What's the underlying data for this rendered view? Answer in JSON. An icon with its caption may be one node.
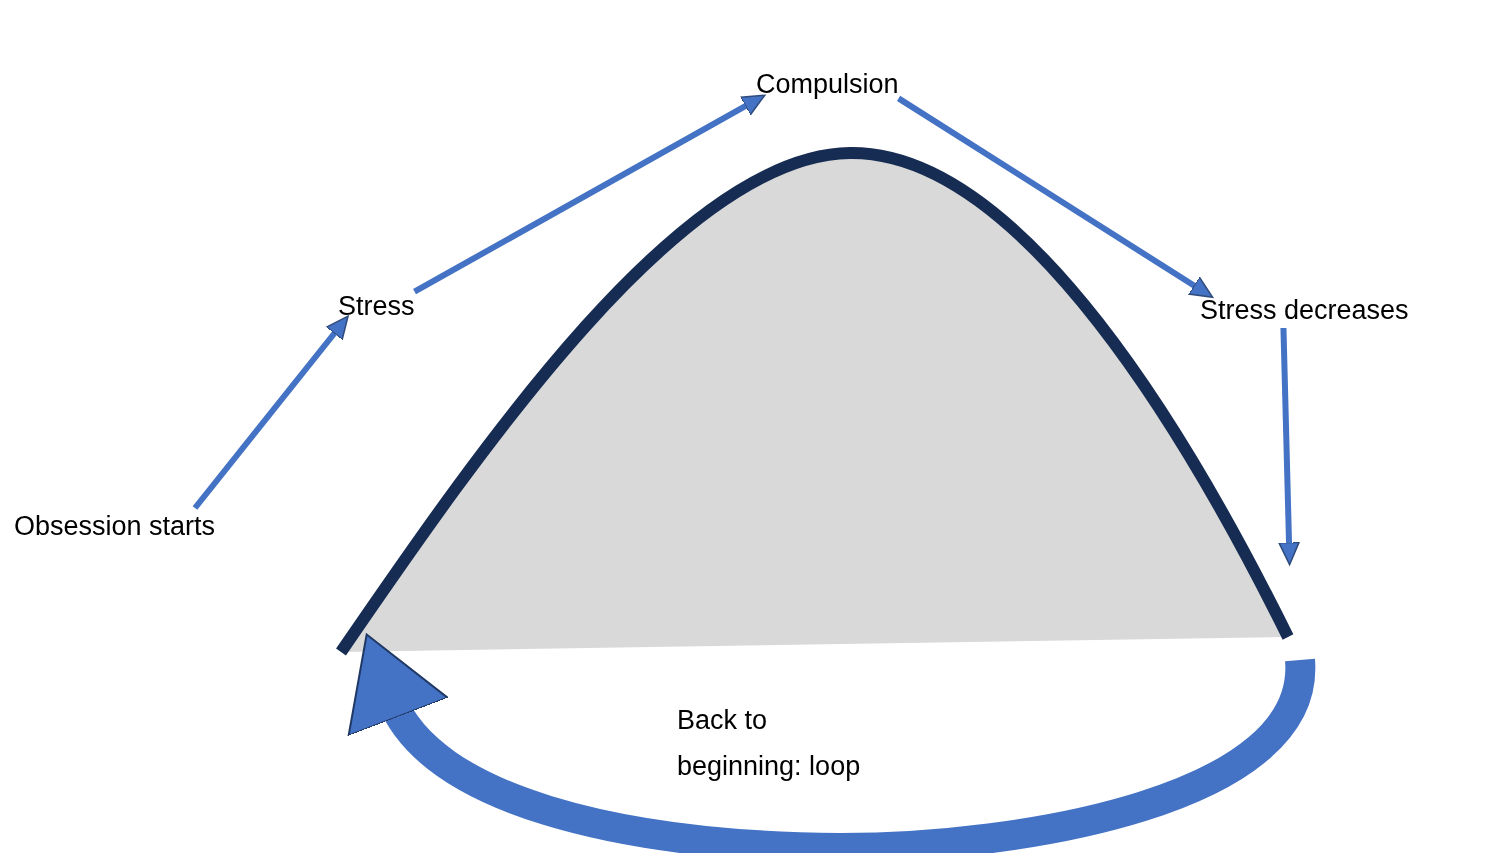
{
  "diagram": {
    "nodes": [
      {
        "text": [
          "Obsession starts"
        ]
      },
      {
        "text": [
          "Stress"
        ]
      },
      {
        "text": [
          "Compulsion"
        ]
      },
      {
        "text": [
          "Stress decreases"
        ]
      },
      {
        "text": [],
        "shape": "curve"
      }
    ],
    "edges": [
      {
        "from": 0,
        "to": 1,
        "arrow": "to"
      },
      {
        "from": 1,
        "to": 2,
        "arrow": "to"
      },
      {
        "from": 2,
        "to": 3,
        "arrow": "to"
      },
      {
        "from": 3,
        "to": 4,
        "arrow": "to"
      },
      {
        "from": null,
        "to": 4,
        "arrow": "to",
        "label": "Back to beginning: loop",
        "style": "thick"
      }
    ]
  }
}
